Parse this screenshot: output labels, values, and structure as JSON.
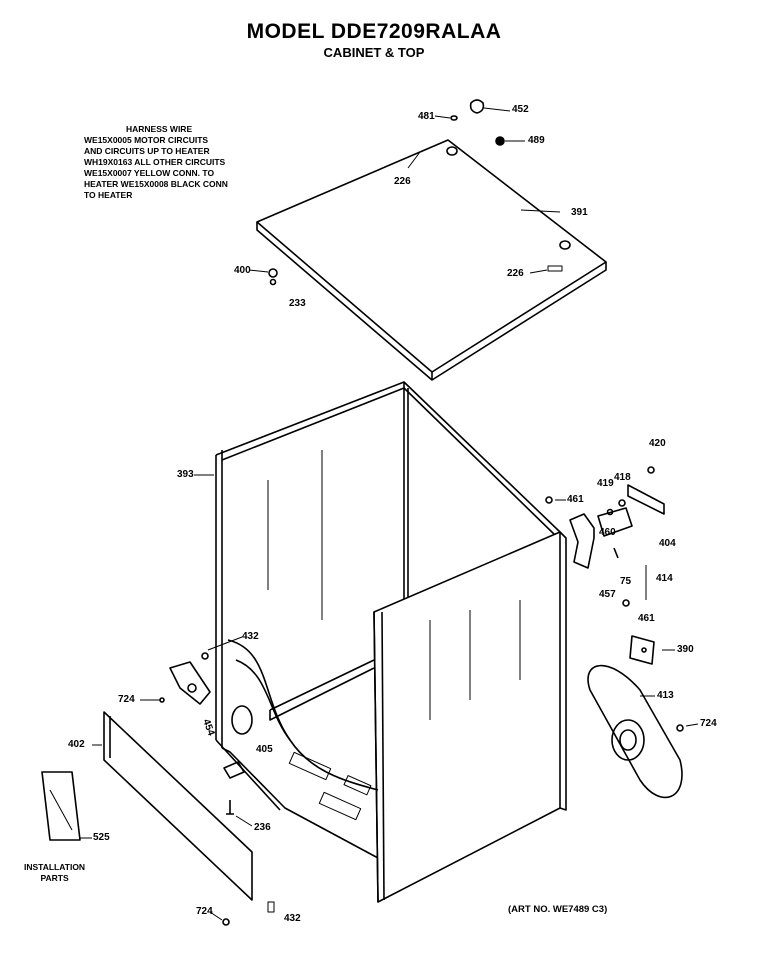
{
  "title": "MODEL DDE7209RALAA",
  "subtitle": "CABINET & TOP",
  "harness": {
    "heading": "HARNESS WIRE",
    "lines": [
      "WE15X0005 MOTOR CIRCUITS",
      "AND CIRCUITS UP TO HEATER",
      "WH19X0163 ALL OTHER CIRCUITS",
      "WE15X0007 YELLOW CONN. TO",
      "HEATER WE15X0008 BLACK CONN",
      "TO HEATER"
    ]
  },
  "parts": {
    "p481a": "481",
    "p452": "452",
    "p489": "489",
    "p226a": "226",
    "p391": "391",
    "p226b": "226",
    "p400": "400",
    "p233": "233",
    "p393": "393",
    "p420": "420",
    "p419": "419",
    "p418": "418",
    "p461a": "461",
    "p460": "460",
    "p404": "404",
    "p75": "75",
    "p414": "414",
    "p457": "457",
    "p461b": "461",
    "p390": "390",
    "p413": "413",
    "p724a": "724",
    "p432a": "432",
    "p724b": "724",
    "p454": "454",
    "p402": "402",
    "p405": "405",
    "p236": "236",
    "p525": "525",
    "p724c": "724",
    "p432b": "432"
  },
  "installation": [
    "INSTALLATION",
    "PARTS"
  ],
  "art_no": "(ART NO. WE7489 C3)"
}
